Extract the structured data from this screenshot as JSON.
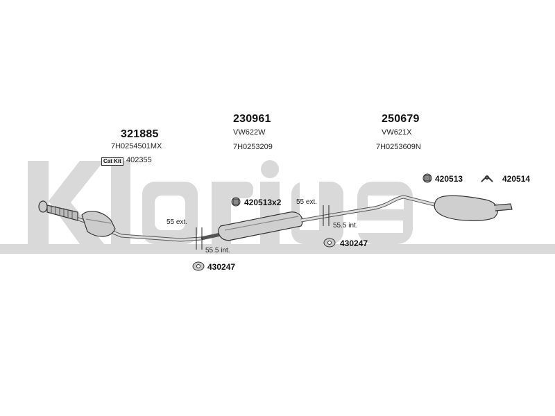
{
  "watermark": {
    "text": "Klarius",
    "color": "#d8d8d8"
  },
  "sections": [
    {
      "part_number": "321885",
      "oe_ref": "7H0254501MX",
      "cat_kit_label": "Cat Kit",
      "cat_kit_number": "402355"
    },
    {
      "part_number": "230961",
      "model_ref": "VW622W",
      "oe_ref": "7H0253209"
    },
    {
      "part_number": "250679",
      "model_ref": "VW621X",
      "oe_ref": "7H0253609N"
    }
  ],
  "fittings": {
    "clamp_mid": "420513x2",
    "clamp_rear": "420513",
    "hanger_rear": "420514",
    "rubber_front": "430247",
    "rubber_mid": "430247"
  },
  "joints": [
    {
      "ext": "55 ext.",
      "int": "55.5 int."
    },
    {
      "ext": "55 ext.",
      "int": "55.5 int."
    }
  ]
}
